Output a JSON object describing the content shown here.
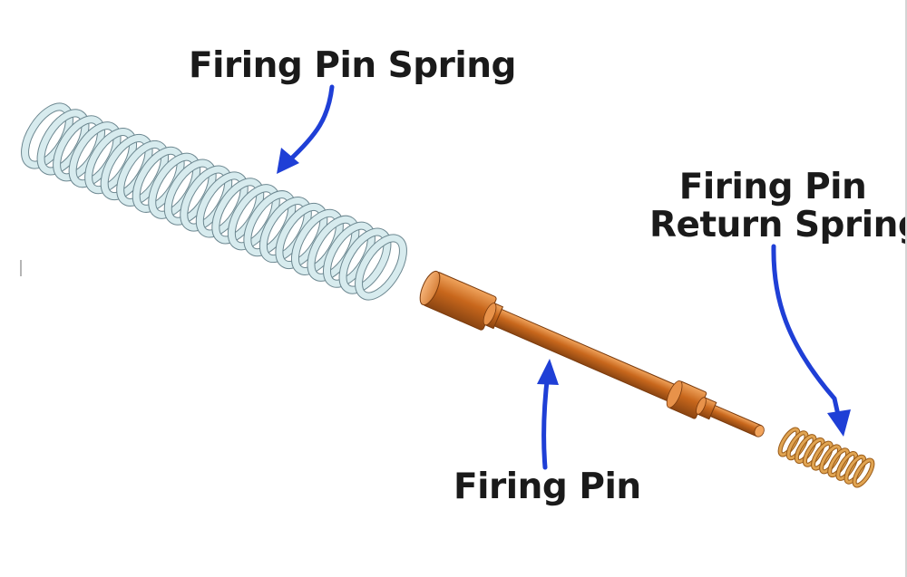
{
  "labels": {
    "spring": "Firing Pin Spring",
    "return_line1": "Firing Pin",
    "return_line2": "Return Spring",
    "pin": "Firing Pin"
  },
  "colors": {
    "arrow": "#1f3fd6",
    "spring_fill": "#d7ebee",
    "spring_stroke": "#6c8790",
    "pin_fill": "#c86a1e",
    "pin_highlight": "#f2a45c",
    "pin_shadow": "#8a4310",
    "return_spring": "#c9862f"
  }
}
